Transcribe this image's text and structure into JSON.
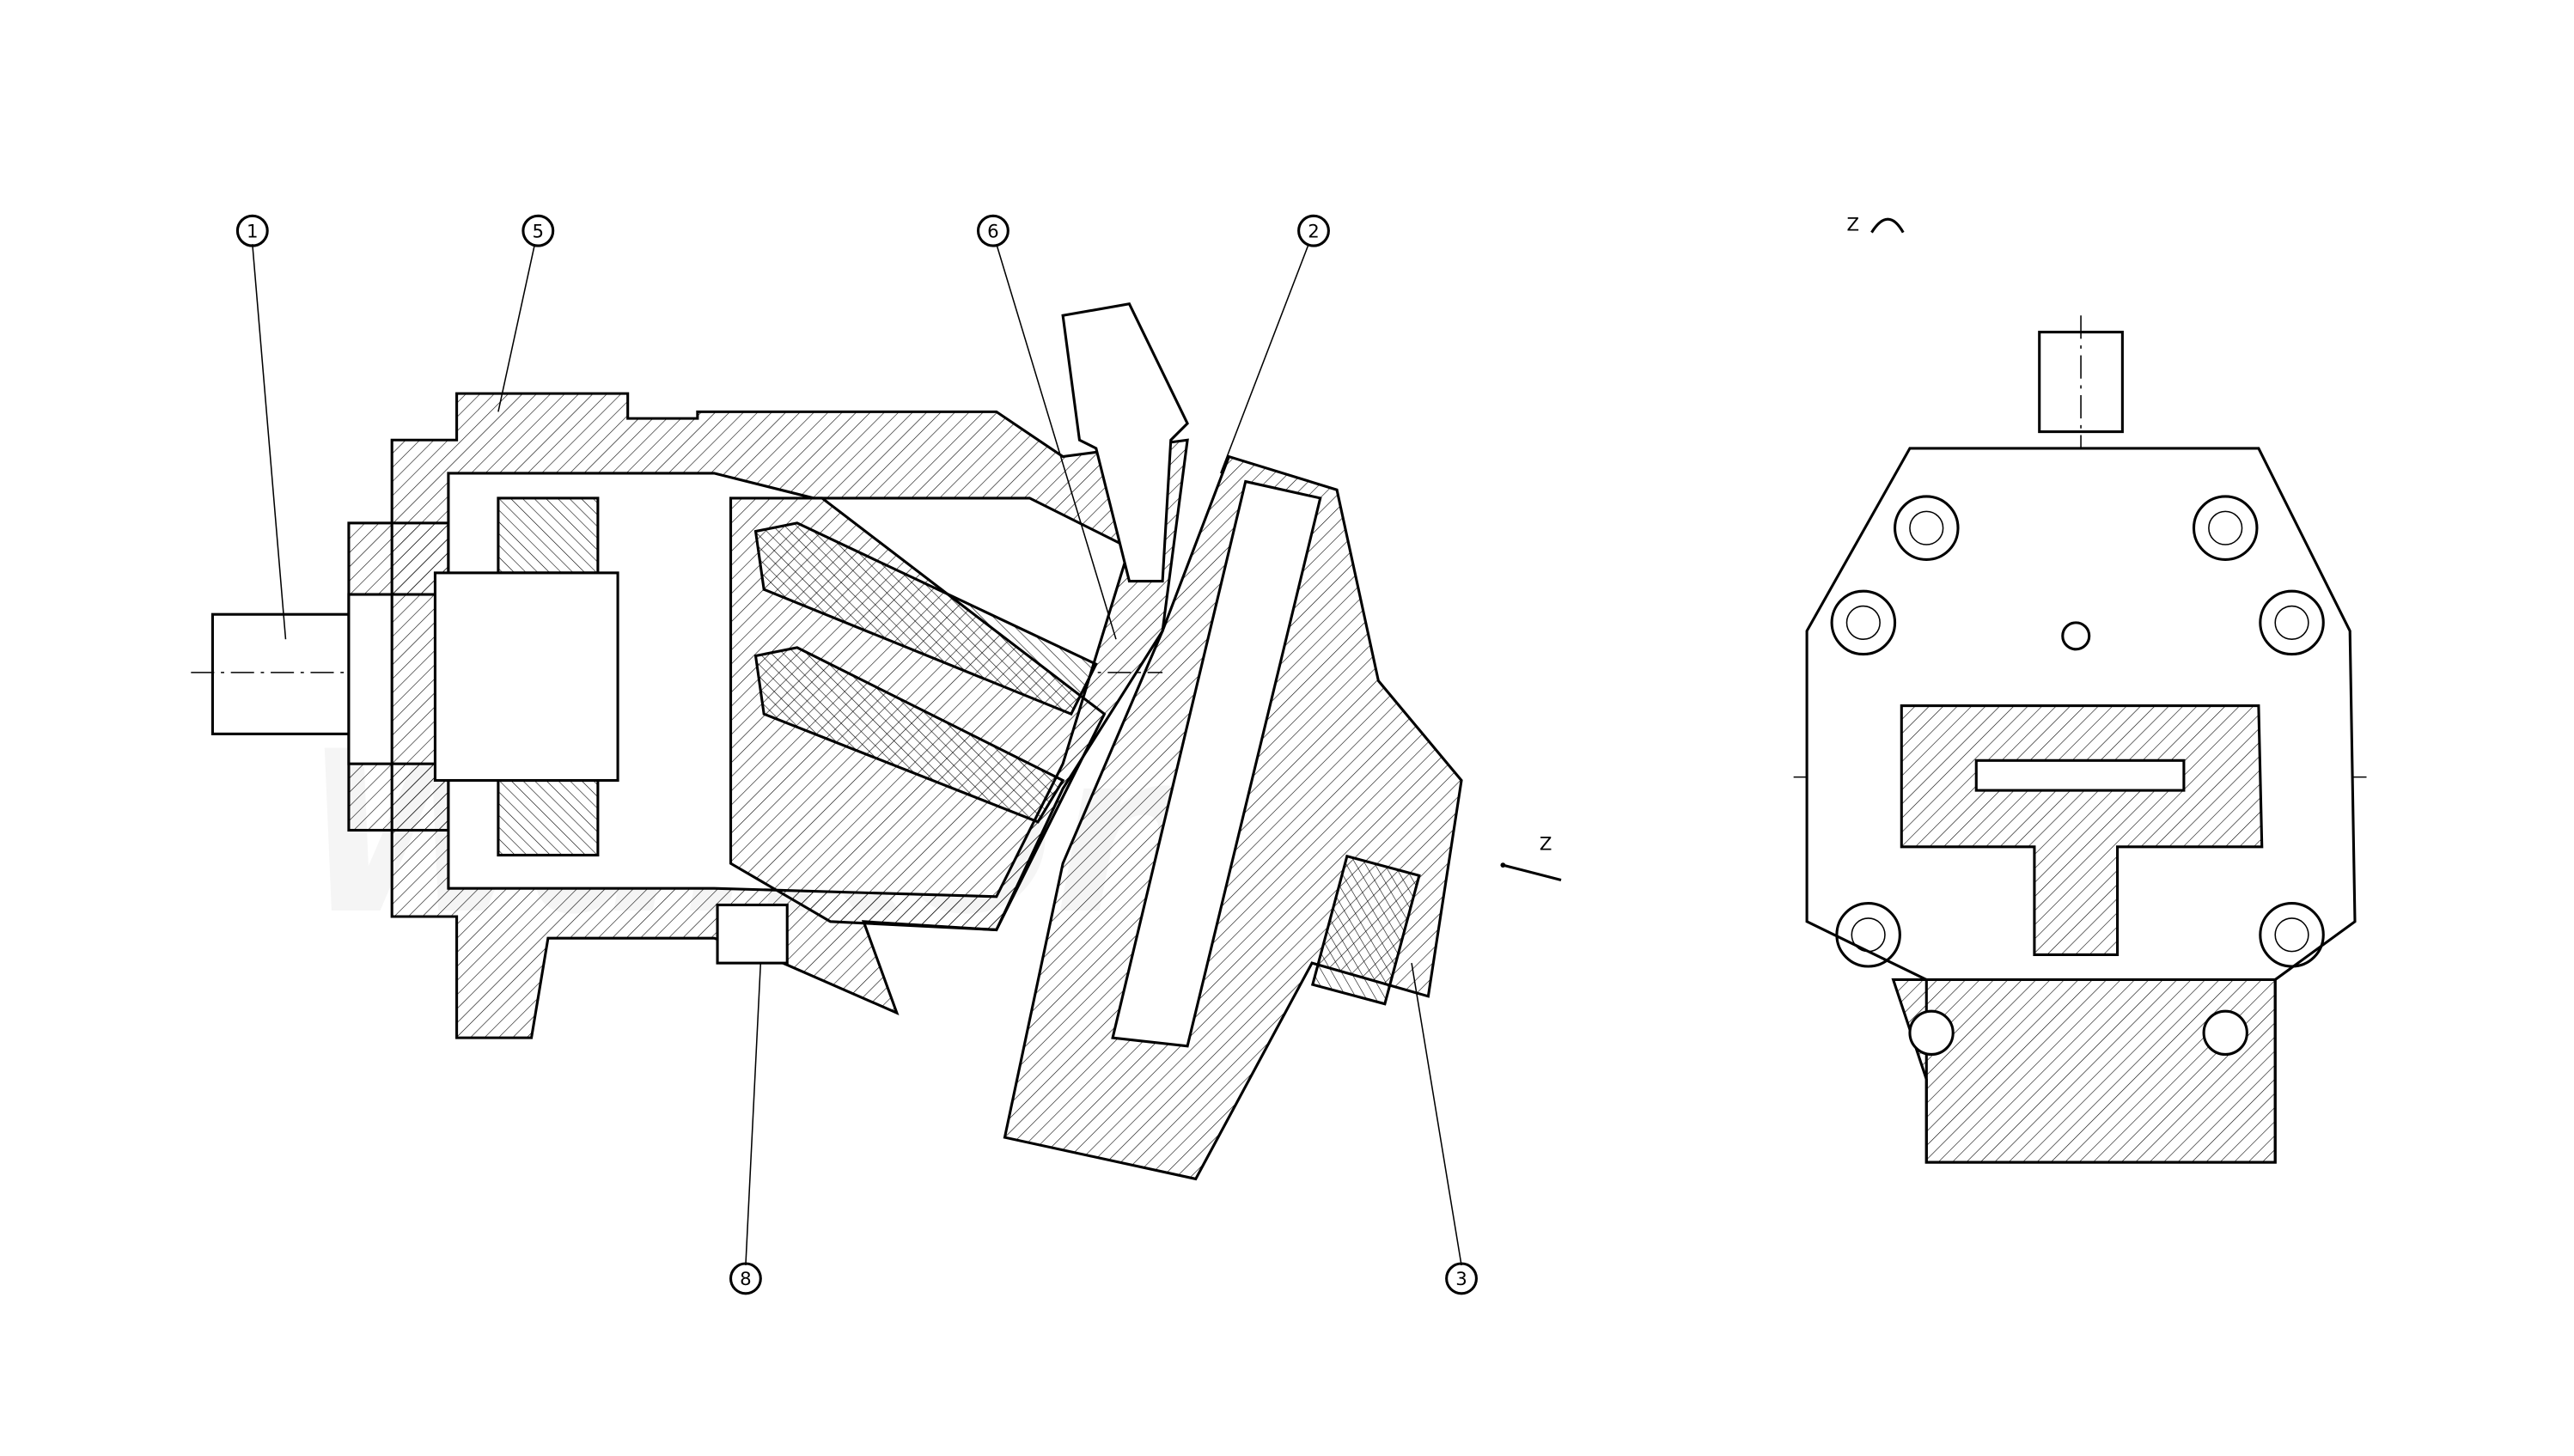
{
  "watermark": "Walkon",
  "callouts": [
    {
      "id": "1",
      "label": "1"
    },
    {
      "id": "5",
      "label": "5"
    },
    {
      "id": "6",
      "label": "6"
    },
    {
      "id": "2",
      "label": "2"
    },
    {
      "id": "8",
      "label": "8"
    },
    {
      "id": "3",
      "label": "3"
    }
  ],
  "view_labels": {
    "section_arrow": "Z",
    "view_title": "Z"
  }
}
